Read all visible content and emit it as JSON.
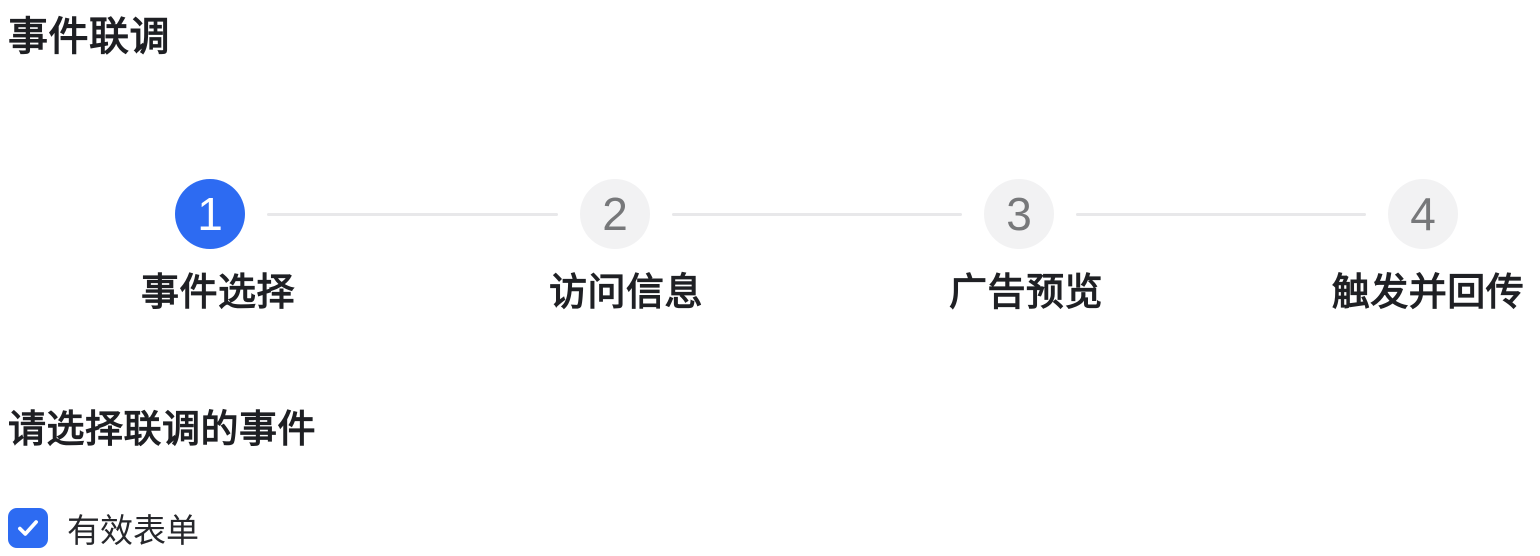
{
  "page": {
    "title": "事件联调"
  },
  "stepper": {
    "steps": [
      {
        "number": "1",
        "label": "事件选择",
        "state": "active"
      },
      {
        "number": "2",
        "label": "访问信息",
        "state": "pending"
      },
      {
        "number": "3",
        "label": "广告预览",
        "state": "pending"
      },
      {
        "number": "4",
        "label": "触发并回传",
        "state": "pending"
      }
    ]
  },
  "section": {
    "heading": "请选择联调的事件"
  },
  "events": [
    {
      "label": "有效表单",
      "checked": true
    }
  ],
  "colors": {
    "accent": "#2d6bf2",
    "pending_circle_bg": "#f2f2f3",
    "pending_circle_text": "#77787a",
    "connector_line": "#e8e8ea",
    "text_primary": "#1e1f23"
  }
}
